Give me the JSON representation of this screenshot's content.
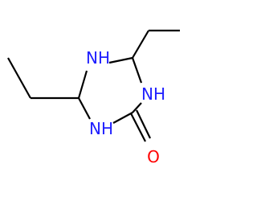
{
  "molecule": {
    "atoms": {
      "n_top": {
        "symbol": "N",
        "subscript_label": "H"
      },
      "n_left": {
        "symbol": "N",
        "subscript_label": "H"
      },
      "n_right": {
        "symbol": "N",
        "subscript_label": "H"
      },
      "o": {
        "symbol": "O"
      }
    },
    "colors": {
      "nitrogen": "#2020ff",
      "oxygen": "#ff0000",
      "bond": "#000000"
    }
  }
}
